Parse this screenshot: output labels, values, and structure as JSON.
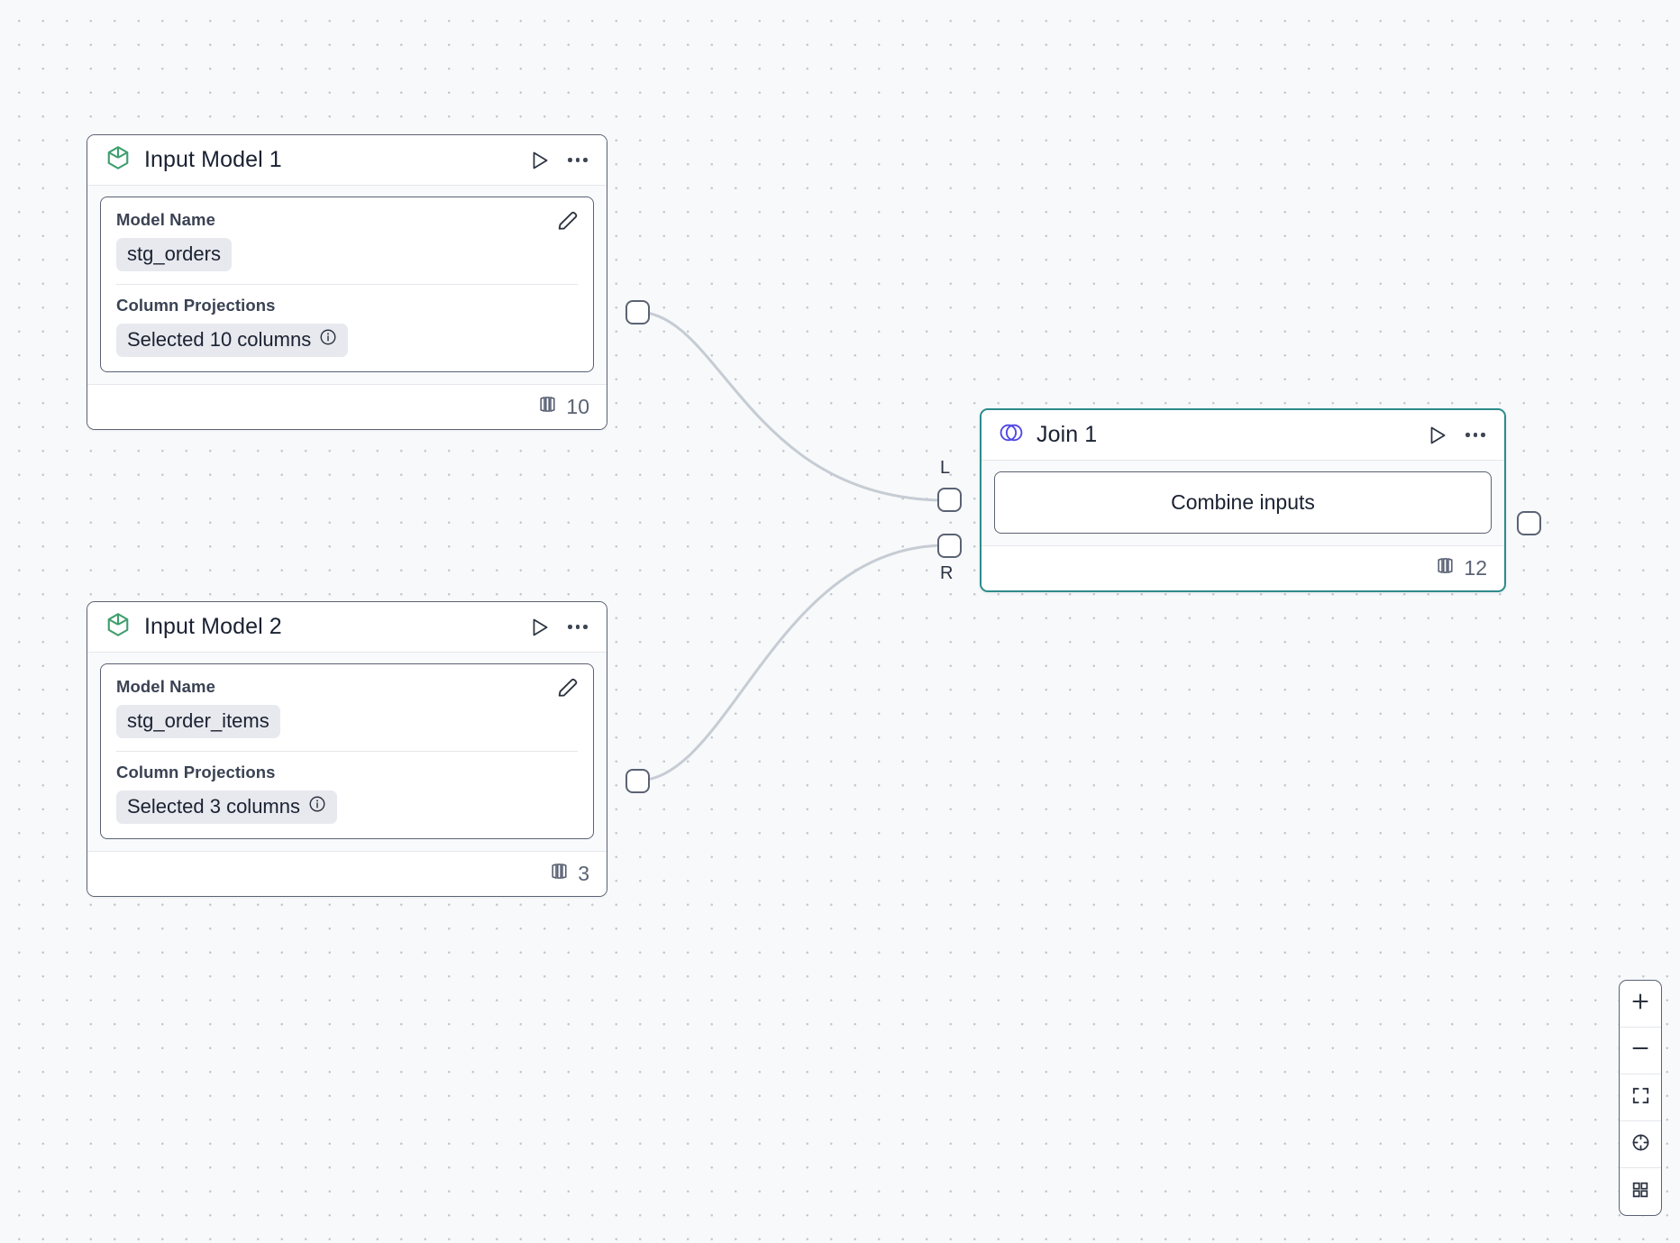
{
  "canvas": {
    "background_color": "#f7f9fa",
    "dot_color": "#c3c9d2"
  },
  "nodes": [
    {
      "id": "input-model-1",
      "icon": "cube-icon",
      "icon_color": "#3f9e6e",
      "title": "Input Model 1",
      "run_label": "run",
      "menu_label": "more-options",
      "fields": [
        {
          "label": "Model Name",
          "value": "stg_orders",
          "edit_label": "edit"
        },
        {
          "label": "Column Projections",
          "value": "Selected 10 columns",
          "info": "info"
        }
      ],
      "footer": {
        "icon": "columns-icon",
        "count": "10"
      },
      "selected": false
    },
    {
      "id": "input-model-2",
      "icon": "cube-icon",
      "icon_color": "#3f9e6e",
      "title": "Input Model 2",
      "run_label": "run",
      "menu_label": "more-options",
      "fields": [
        {
          "label": "Model Name",
          "value": "stg_order_items",
          "edit_label": "edit"
        },
        {
          "label": "Column Projections",
          "value": "Selected 3 columns",
          "info": "info"
        }
      ],
      "footer": {
        "icon": "columns-icon",
        "count": "3"
      },
      "selected": false
    },
    {
      "id": "join-1",
      "icon": "venn-join-icon",
      "icon_color": "#4f46e5",
      "title": "Join 1",
      "run_label": "run",
      "menu_label": "more-options",
      "action_button": "Combine inputs",
      "footer": {
        "icon": "columns-icon",
        "count": "12"
      },
      "selected": true,
      "selected_border_color": "#2e8b8b",
      "input_ports": [
        {
          "label": "L"
        },
        {
          "label": "R"
        }
      ]
    }
  ],
  "toolbar": {
    "buttons": [
      {
        "name": "zoom-in",
        "icon": "plus-icon"
      },
      {
        "name": "zoom-out",
        "icon": "minus-icon"
      },
      {
        "name": "fit-view",
        "icon": "fit-screen-icon"
      },
      {
        "name": "lock-interaction",
        "icon": "target-icon"
      },
      {
        "name": "toggle-minimap",
        "icon": "grid-icon"
      }
    ]
  },
  "edges": [
    {
      "from": "input-model-1",
      "to": "join-1-left"
    },
    {
      "from": "input-model-2",
      "to": "join-1-right"
    }
  ]
}
